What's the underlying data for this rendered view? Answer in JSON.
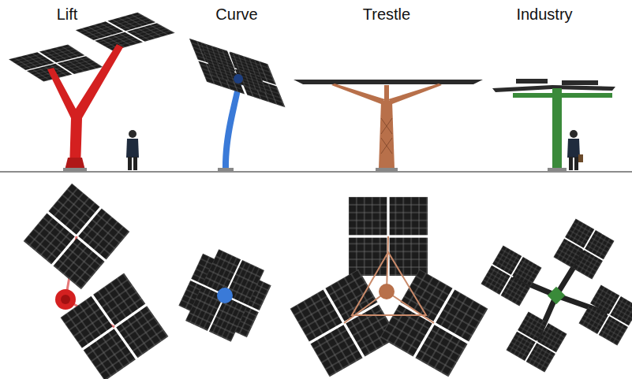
{
  "diagram": {
    "labels": [
      "Lift",
      "Curve",
      "Trestle",
      "Industry"
    ]
  }
}
